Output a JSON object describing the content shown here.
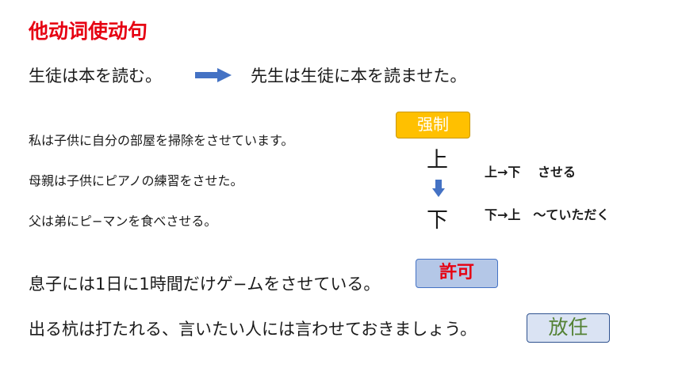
{
  "title": "他动词使动句",
  "sentence_before": "生徒は本を読む。",
  "sentence_after": "先生は生徒に本を読ませた。",
  "examples": [
    "私は子供に自分の部屋を掃除をさせています。",
    "母親は子供にピアノの練習をさせた。",
    "父は弟にピ−マンを食べさせる。"
  ],
  "labels": {
    "force": "强制",
    "permit": "許可",
    "free": "放任",
    "up": "上",
    "down": "下"
  },
  "rules": {
    "up_to_down": "上→下　 させる",
    "down_to_up": "下→上　～ていただく"
  },
  "sentence_permit": "息子には1日に1時間だけゲ−ムをさせている。",
  "sentence_free": "出る杭は打たれる、言いたい人には言わせておきましょう。",
  "colors": {
    "title": "#e60012",
    "arrow": "#4472c4",
    "force_box": "#ffc000",
    "permit_box": "#b4c7e7",
    "free_box": "#dae3f3",
    "free_text": "#548235"
  }
}
